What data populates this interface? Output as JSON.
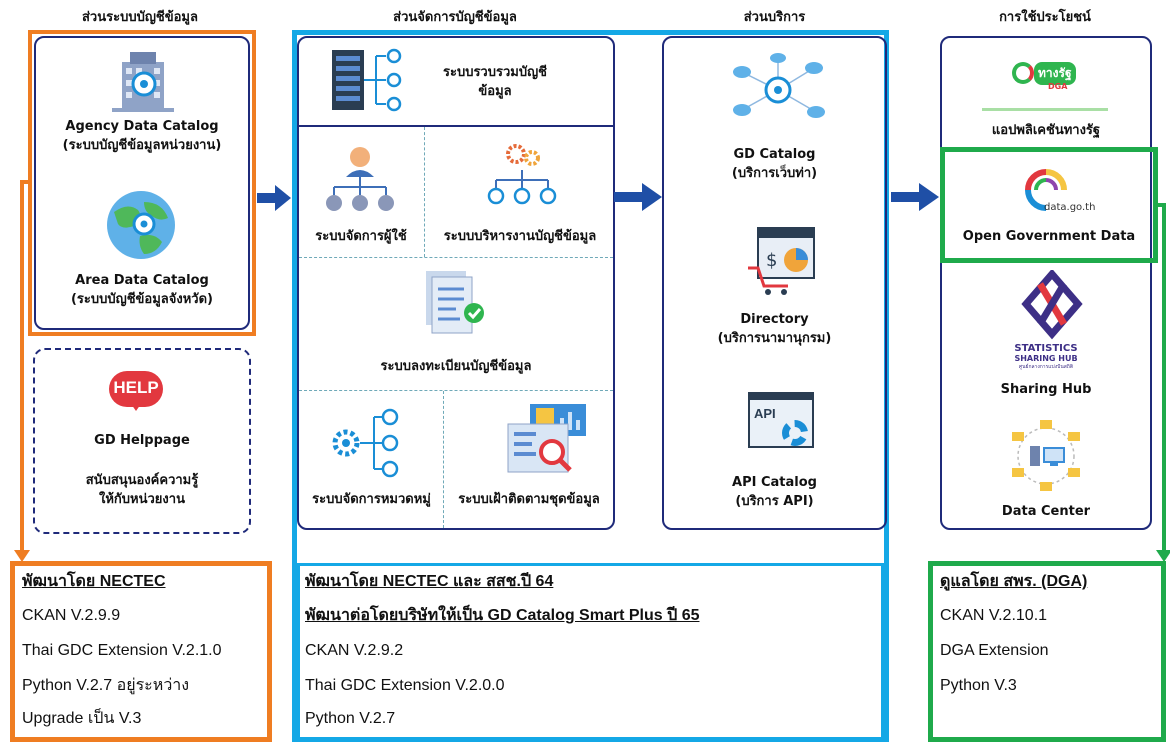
{
  "headers": {
    "col1": "ส่วนระบบบัญชีข้อมูล",
    "col2": "ส่วนจัดการบัญชีข้อมูล",
    "col3": "ส่วนบริการ",
    "col4": "การใช้ประโยชน์"
  },
  "col1": {
    "agency_title": "Agency Data Catalog",
    "agency_sub": "(ระบบบัญชีข้อมูลหน่วยงาน)",
    "area_title": "Area Data Catalog",
    "area_sub": "(ระบบบัญชีข้อมูลจังหวัด)",
    "help_badge": "HELP",
    "help_title": "GD Helppage",
    "help_desc1": "สนับสนุนองค์ความรู้",
    "help_desc2": "ให้กับหน่วยงาน"
  },
  "col2": {
    "collect1": "ระบบรวบรวมบัญชี",
    "collect2": "ข้อมูล",
    "users": "ระบบจัดการผู้ใช้",
    "workflow": "ระบบบริหารงานบัญชีข้อมูล",
    "register": "ระบบลงทะเบียนบัญชีข้อมูล",
    "category": "ระบบจัดการหมวดหมู่",
    "monitor": "ระบบเฝ้าติดตามชุดข้อมูล"
  },
  "col3": {
    "gd_title": "GD Catalog",
    "gd_sub": "(บริการเว็บท่า)",
    "dir_title": "Directory",
    "dir_sub": "(บริการนามานุกรม)",
    "api_badge": "API",
    "api_title": "API Catalog",
    "api_sub": "(บริการ API)"
  },
  "col4": {
    "app_logo": "ทางรัฐ",
    "app_logo_sub": "DGA",
    "app": "แอปพลิเคชันทางรัฐ",
    "odg_logo": "data.go.th",
    "odg": "Open Government Data",
    "stats1": "STATISTICS",
    "stats2": "SHARING HUB",
    "stats3": "ศูนย์กลางการแบ่งปันสถิติ",
    "hub": "Sharing Hub",
    "dc": "Data Center"
  },
  "notes": {
    "left": {
      "title": "พัฒนาโดย NECTEC",
      "lines": [
        "CKAN V.2.9.9",
        "Thai GDC Extension V.2.1.0",
        "Python V.2.7 อยู่ระหว่าง",
        "Upgrade เป็น V.3"
      ]
    },
    "middle": {
      "title1": "พัฒนาโดย NECTEC และ สสช.ปี 64",
      "title2": "พัฒนาต่อโดยบริษัทให้เป็น GD Catalog Smart Plus ปี 65",
      "lines": [
        "CKAN V.2.9.2",
        "Thai GDC Extension V.2.0.0",
        "Python V.2.7"
      ]
    },
    "right": {
      "title": "ดูแลโดย สพร. (DGA)",
      "lines": [
        "CKAN V.2.10.1",
        "DGA Extension",
        "Python V.3"
      ]
    }
  },
  "colors": {
    "orange": "#ef7d22",
    "cyan": "#14a8e6",
    "green": "#1faa4b",
    "navy": "#1f2a7a",
    "arrow": "#1f4fa6"
  }
}
